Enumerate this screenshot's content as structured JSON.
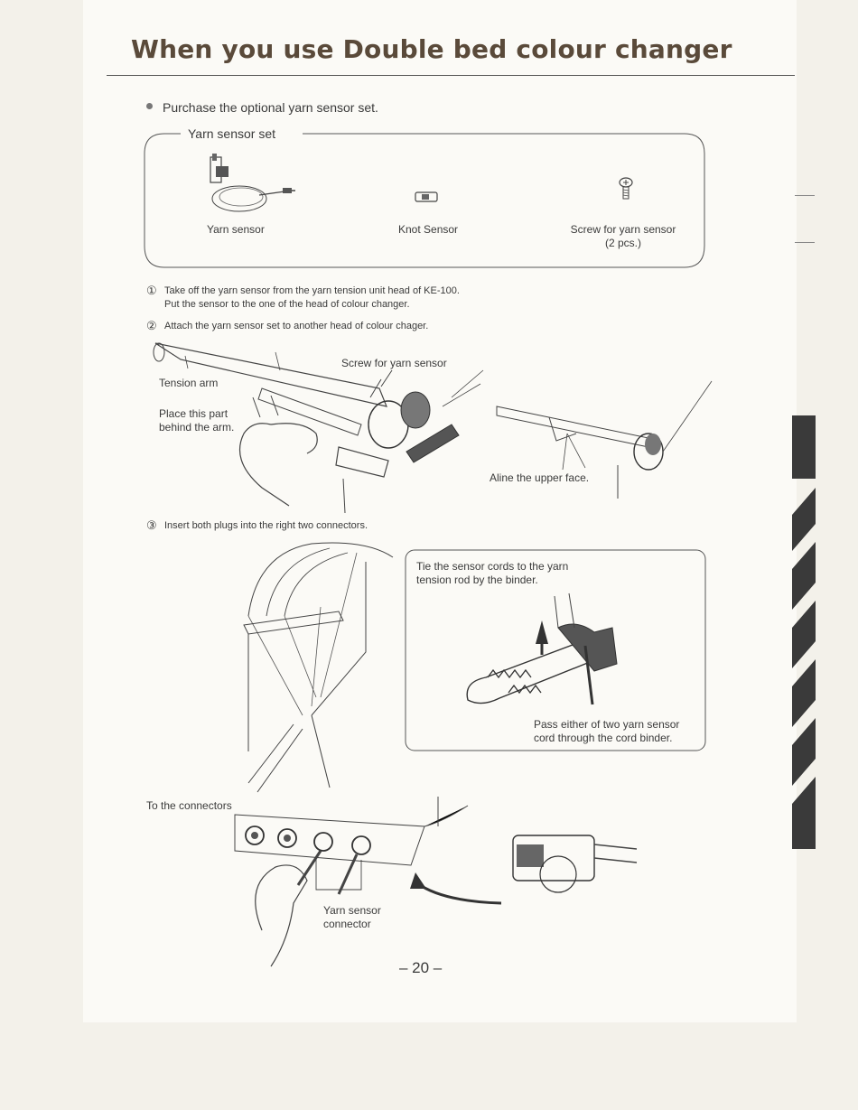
{
  "title": "When you use Double bed colour changer",
  "intro": "Purchase the optional yarn sensor set.",
  "sensor_set": {
    "label": "Yarn sensor set",
    "items": [
      {
        "label": "Yarn sensor"
      },
      {
        "label": "Knot Sensor"
      },
      {
        "label": "Screw for yarn sensor\n(2 pcs.)"
      }
    ]
  },
  "steps": [
    {
      "marker": "①",
      "text": "Take off the yarn sensor from the yarn tension unit head of KE-100.\nPut the sensor to the one of the head of colour changer."
    },
    {
      "marker": "②",
      "text": "Attach the yarn sensor set to another head of colour chager."
    },
    {
      "marker": "③",
      "text": "Insert both plugs into the right two connectors."
    }
  ],
  "figure2_labels": {
    "screw": "Screw for yarn sensor",
    "tension_arm": "Tension arm",
    "place_part": "Place this part\nbehind the arm.",
    "aline": "Aline the upper face."
  },
  "figure3_labels": {
    "tie_note": "Tie the sensor cords to the yarn\ntension rod by the binder.",
    "pass_note": "Pass either of two yarn sensor\ncord through the cord binder.",
    "to_connectors": "To the connectors",
    "connector": "Yarn sensor\nconnector"
  },
  "page_number": "– 20 –"
}
